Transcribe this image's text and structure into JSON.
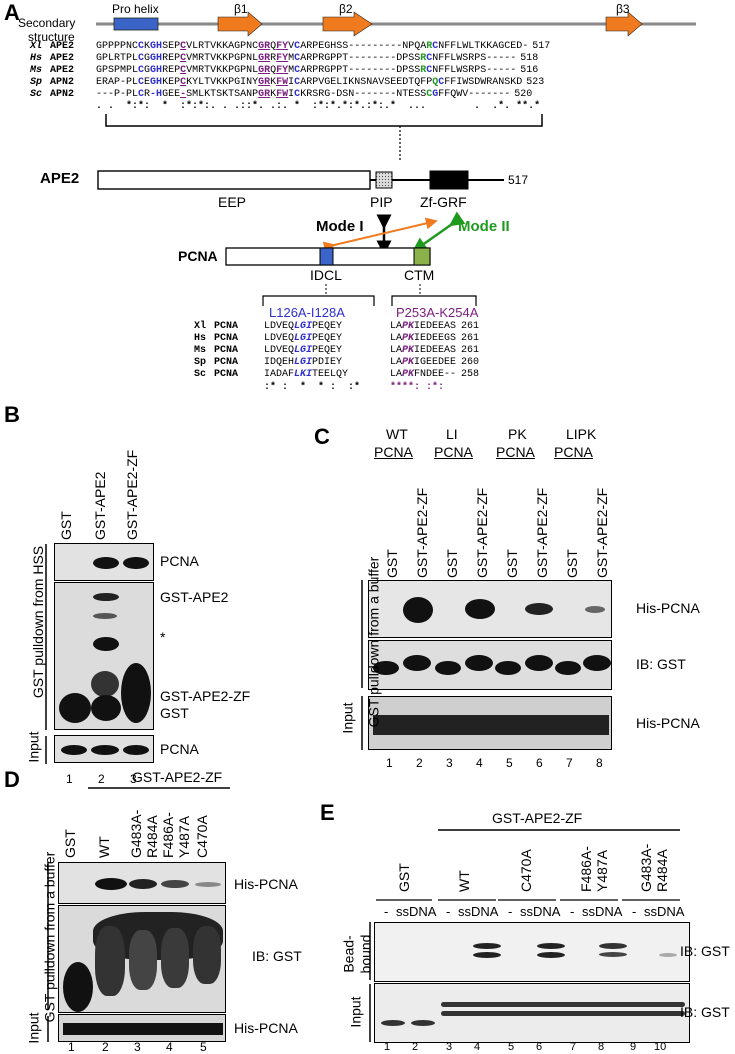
{
  "panelA": {
    "letter": "A",
    "ss_label_1": "Secondary",
    "ss_label_2": "structure",
    "pro_helix": "Pro helix",
    "beta1": "β1",
    "beta2": "β2",
    "beta3": "β3",
    "seqs": [
      {
        "sp": "Xl",
        "name": "APE2",
        "pre": "GPPPPNC",
        "k1": "C",
        "m1": "K",
        "g1": "GH",
        "m2": "SEP",
        "u1": "C",
        "m3": "VLRTVKKAGPNC",
        "u2": "GR",
        "m4": "Q",
        "u3": "FY",
        "m5": "V",
        "c3": "C",
        "m6": "ARPEGHSS---------NPQA",
        "r": "R",
        "rc": "C",
        "m7": "NFFLWLTKKAGCED-",
        "n": "517"
      },
      {
        "sp": "Hs",
        "name": "APE2",
        "pre": "GPLRTPL",
        "k1": "C",
        "m1": "G",
        "g1": "GH",
        "m2": "REP",
        "u1": "C",
        "m3": "VMRTVKKPGPNL",
        "u2": "GR",
        "m4": "R",
        "u3": "FY",
        "m5": "M",
        "c3": "C",
        "m6": "ARPRGPPT--------DPSS",
        "r": "R",
        "rc": "C",
        "m7": "NFFLWSRPS-----",
        "n": "518"
      },
      {
        "sp": "Ms",
        "name": "APE2",
        "pre": "GPSPMPL",
        "k1": "C",
        "m1": "G",
        "g1": "GH",
        "m2": "REP",
        "u1": "C",
        "m3": "VMRTVKKPGPNL",
        "u2": "GR",
        "m4": "Q",
        "u3": "FY",
        "m5": "M",
        "c3": "C",
        "m6": "ARPRGPPT--------DPSS",
        "r": "R",
        "rc": "C",
        "m7": "NFFLWSRPS-----",
        "n": "516"
      },
      {
        "sp": "Sp",
        "name": "APN2",
        "pre": "ERAP-PL",
        "k1": "C",
        "m1": "E",
        "g1": "GH",
        "m2": "KEP",
        "u1": "C",
        "m3": "KYLTVKKPGINY",
        "u2": "GR",
        "m4": "K",
        "u3": "FW",
        "m5": "I",
        "c3": "C",
        "m6": "ARPVGELIKNSNAVSEEDTQFP",
        "r": "Q",
        "rc": "C",
        "m7": "FFIWSDWRANSKD",
        "n": "523"
      },
      {
        "sp": "Sc",
        "name": "APN2",
        "pre": "---P-PL",
        "k1": "C",
        "m1": "R",
        "g1": "-H",
        "m2": "GEE",
        "u1": "-",
        "m3": "SMLKTSKTSANP",
        "u2": "GR",
        "m4": "K",
        "u3": "FW",
        "m5": "I",
        "c3": "C",
        "m6": "KRSRG-DSN-------NTESS",
        "r": "C",
        "rc": "G",
        "m7": "FFQWV-------",
        "n": "520"
      }
    ],
    "consensus": ". .  *:*:  *  :*:*:. . .::*. .:. *  :*:*.*:*.:*:.*  ...        .  .*. **.*",
    "ape2_label": "APE2",
    "eep": "EEP",
    "pip": "PIP",
    "zfgrf": "Zf-GRF",
    "ape2_len": "517",
    "mode1": "Mode I",
    "mode2": "Mode II",
    "pcna_label": "PCNA",
    "idcl": "IDCL",
    "ctm": "CTM",
    "mut1": "L126A-I128A",
    "mut2": "P253A-K254A",
    "pcna_seqs": [
      {
        "sp": "Xl",
        "name": "PCNA",
        "a": "LDVEQ",
        "b": "LGI",
        "c": "PEQEY",
        "d": "LA",
        "e": "PK",
        "f": "IEDEEAS",
        "n": "261"
      },
      {
        "sp": "Hs",
        "name": "PCNA",
        "a": "LDVEQ",
        "b": "LGI",
        "c": "PEQEY",
        "d": "LA",
        "e": "PK",
        "f": "IEDEEGS",
        "n": "261"
      },
      {
        "sp": "Ms",
        "name": "PCNA",
        "a": "LDVEQ",
        "b": "LGI",
        "c": "PEQEY",
        "d": "LA",
        "e": "PK",
        "f": "IEDEEAS",
        "n": "261"
      },
      {
        "sp": "Sp",
        "name": "PCNA",
        "a": "IDQEH",
        "b": "LGI",
        "c": "PDIEY",
        "d": "LA",
        "e": "PK",
        "f": "IGEEDEE",
        "n": "260"
      },
      {
        "sp": "Sc",
        "name": "PCNA",
        "a": "IADAF",
        "b": "LKI",
        "c": "TEELQY",
        "d": "LA",
        "e": "PK",
        "f": "FNDEE--",
        "n": "258"
      }
    ],
    "pcna_cons_1": ":* :  *  * :  :*",
    "pcna_cons_2": "****: :*:"
  },
  "panelB": {
    "letter": "B",
    "lanes": [
      "GST",
      "GST-APE2",
      "GST-APE2-ZF"
    ],
    "side_group": "GST pulldown from HSS",
    "side_input": "Input",
    "labels": [
      "PCNA",
      "GST-APE2",
      "*",
      "GST-APE2-ZF",
      "GST",
      "PCNA"
    ],
    "numbers": [
      "1",
      "2",
      "3"
    ]
  },
  "panelC": {
    "letter": "C",
    "groups": [
      {
        "l1": "WT",
        "l2": "PCNA"
      },
      {
        "l1": "LI",
        "l2": "PCNA"
      },
      {
        "l1": "PK",
        "l2": "PCNA"
      },
      {
        "l1": "LIPK",
        "l2": "PCNA"
      }
    ],
    "lanes": [
      "GST",
      "GST-APE2-ZF",
      "GST",
      "GST-APE2-ZF",
      "GST",
      "GST-APE2-ZF",
      "GST",
      "GST-APE2-ZF"
    ],
    "side_group": "GST pulldown from a buffer",
    "side_input": "Input",
    "labels": [
      "His-PCNA",
      "IB: GST",
      "His-PCNA"
    ],
    "numbers": [
      "1",
      "2",
      "3",
      "4",
      "5",
      "6",
      "7",
      "8"
    ]
  },
  "panelD": {
    "letter": "D",
    "header": "GST-APE2-ZF",
    "lanes": [
      "GST",
      "WT",
      "G483A-\nR484A",
      "F486A-\nY487A",
      "C470A"
    ],
    "lanes_l1": [
      "GST",
      "WT",
      "G483A-",
      "F486A-",
      "C470A"
    ],
    "lanes_l2": [
      "",
      "",
      "R484A",
      "Y487A",
      ""
    ],
    "side_group": "GST pulldown from a buffer",
    "side_input": "Input",
    "labels": [
      "His-PCNA",
      "IB: GST",
      "His-PCNA"
    ],
    "numbers": [
      "1",
      "2",
      "3",
      "4",
      "5"
    ]
  },
  "panelE": {
    "letter": "E",
    "header": "GST-APE2-ZF",
    "groups": [
      "GST",
      "WT",
      "C470A",
      "F486A-",
      "G483A-"
    ],
    "groups_l2": [
      "",
      "",
      "",
      "Y487A",
      "R484A"
    ],
    "minus": "-",
    "ssdna": "ssDNA",
    "side_bead_1": "Bead-",
    "side_bead_2": "bound",
    "side_input": "Input",
    "labels": [
      "IB: GST",
      "IB: GST"
    ],
    "numbers": [
      "1",
      "2",
      "3",
      "4",
      "5",
      "6",
      "7",
      "8",
      "9",
      "10"
    ]
  },
  "colors": {
    "helix": "#3a64c8",
    "strand": "#f07a1e",
    "blue": "#2f2fd0",
    "green": "#1f9a1f",
    "purple": "#7a1f80",
    "idcl": "#3a64c8",
    "ctm": "#8bb14a"
  }
}
